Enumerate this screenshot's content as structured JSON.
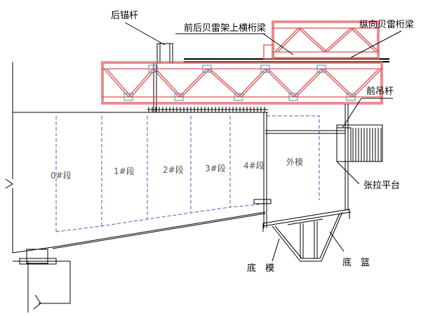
{
  "labels": {
    "rear_anchor": "后锚杆",
    "cross_truss": "前后贝雷架上横桁梁",
    "long_truss": "纵向贝雷桁梁",
    "front_hanger": "前吊杆",
    "tension_platform": "张拉平台",
    "bottom_form": "底　模",
    "bottom_basket": "底　篮",
    "outer_form": "外模"
  },
  "segments": [
    "0#段",
    "1#段",
    "2#段",
    "3#段",
    "4#段"
  ],
  "colors": {
    "truss": "#e05050",
    "guide": "#4060c0",
    "line": "#000000",
    "cyan": "#20a0c0"
  }
}
